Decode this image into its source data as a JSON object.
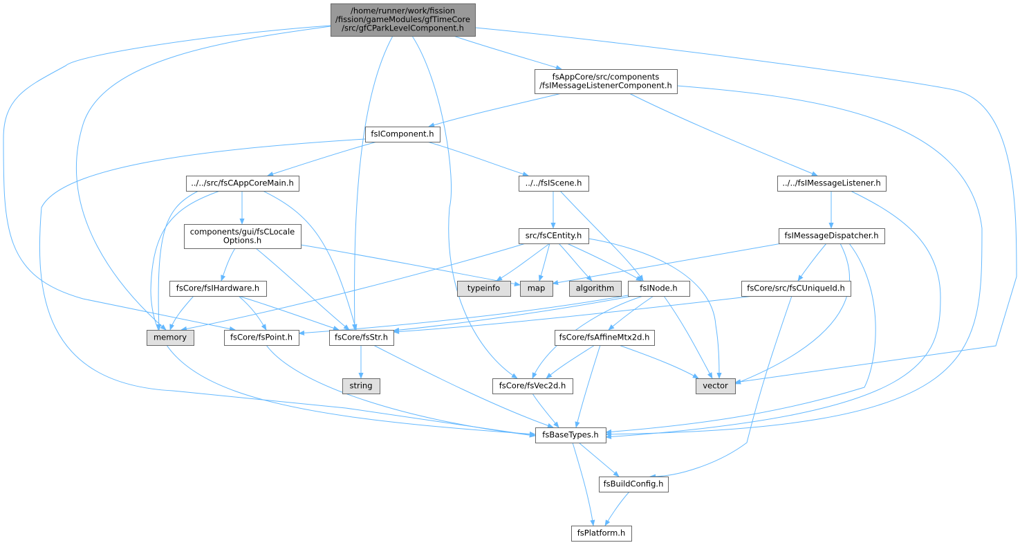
{
  "colors": {
    "edge": "#63b8ff",
    "root_fill": "#999999",
    "node_fill": "#ffffff",
    "external_fill": "#e0e0e0",
    "border": "#666666"
  },
  "graph": {
    "nodes": [
      {
        "id": "root",
        "lines": [
          "/home/runner/work/fission",
          "/fission/gameModules/gfTimeCore",
          "/src/gfCParkLevelComponent.h"
        ],
        "kind": "root"
      },
      {
        "id": "listenercomp",
        "lines": [
          "fsAppCore/src/components",
          "/fsIMessageListenerComponent.h"
        ],
        "kind": "file"
      },
      {
        "id": "icomponent",
        "lines": [
          "fsIComponent.h"
        ],
        "kind": "file"
      },
      {
        "id": "appcoremain",
        "lines": [
          "../../src/fsCAppCoreMain.h"
        ],
        "kind": "file"
      },
      {
        "id": "iscene",
        "lines": [
          "../../fsIScene.h"
        ],
        "kind": "file"
      },
      {
        "id": "imessagelistener",
        "lines": [
          "../../fsIMessageListener.h"
        ],
        "kind": "file"
      },
      {
        "id": "localeoptions",
        "lines": [
          "components/gui/fsCLocale",
          "Options.h"
        ],
        "kind": "file"
      },
      {
        "id": "centity",
        "lines": [
          "src/fsCEntity.h"
        ],
        "kind": "file"
      },
      {
        "id": "imessagedispatcher",
        "lines": [
          "fsIMessageDispatcher.h"
        ],
        "kind": "file"
      },
      {
        "id": "ihardware",
        "lines": [
          "fsCore/fsIHardware.h"
        ],
        "kind": "file"
      },
      {
        "id": "typeinfo",
        "lines": [
          "typeinfo"
        ],
        "kind": "external"
      },
      {
        "id": "map",
        "lines": [
          "map"
        ],
        "kind": "external"
      },
      {
        "id": "algorithm",
        "lines": [
          "algorithm"
        ],
        "kind": "external"
      },
      {
        "id": "inode",
        "lines": [
          "fsINode.h"
        ],
        "kind": "file"
      },
      {
        "id": "cuniqueid",
        "lines": [
          "fsCore/src/fsCUniqueId.h"
        ],
        "kind": "file"
      },
      {
        "id": "memory",
        "lines": [
          "memory"
        ],
        "kind": "external"
      },
      {
        "id": "point",
        "lines": [
          "fsCore/fsPoint.h"
        ],
        "kind": "file"
      },
      {
        "id": "str",
        "lines": [
          "fsCore/fsStr.h"
        ],
        "kind": "file"
      },
      {
        "id": "affinemtx",
        "lines": [
          "fsCore/fsAffineMtx2d.h"
        ],
        "kind": "file"
      },
      {
        "id": "string",
        "lines": [
          "string"
        ],
        "kind": "external"
      },
      {
        "id": "vec2d",
        "lines": [
          "fsCore/fsVec2d.h"
        ],
        "kind": "file"
      },
      {
        "id": "vector",
        "lines": [
          "vector"
        ],
        "kind": "external"
      },
      {
        "id": "basetypes",
        "lines": [
          "fsBaseTypes.h"
        ],
        "kind": "file"
      },
      {
        "id": "buildconfig",
        "lines": [
          "fsBuildConfig.h"
        ],
        "kind": "file"
      },
      {
        "id": "platform",
        "lines": [
          "fsPlatform.h"
        ],
        "kind": "file"
      }
    ],
    "edges": [
      {
        "from": "root",
        "to": "listenercomp"
      },
      {
        "from": "root",
        "to": "memory"
      },
      {
        "from": "root",
        "to": "point"
      },
      {
        "from": "root",
        "to": "str"
      },
      {
        "from": "root",
        "to": "vec2d"
      },
      {
        "from": "root",
        "to": "vector"
      },
      {
        "from": "listenercomp",
        "to": "icomponent"
      },
      {
        "from": "listenercomp",
        "to": "imessagelistener"
      },
      {
        "from": "listenercomp",
        "to": "basetypes"
      },
      {
        "from": "icomponent",
        "to": "appcoremain"
      },
      {
        "from": "icomponent",
        "to": "iscene"
      },
      {
        "from": "icomponent",
        "to": "basetypes"
      },
      {
        "from": "appcoremain",
        "to": "localeoptions"
      },
      {
        "from": "appcoremain",
        "to": "memory"
      },
      {
        "from": "appcoremain",
        "to": "str"
      },
      {
        "from": "appcoremain",
        "to": "basetypes"
      },
      {
        "from": "localeoptions",
        "to": "ihardware"
      },
      {
        "from": "localeoptions",
        "to": "map"
      },
      {
        "from": "localeoptions",
        "to": "str"
      },
      {
        "from": "ihardware",
        "to": "memory"
      },
      {
        "from": "ihardware",
        "to": "point"
      },
      {
        "from": "ihardware",
        "to": "str"
      },
      {
        "from": "iscene",
        "to": "centity"
      },
      {
        "from": "iscene",
        "to": "inode"
      },
      {
        "from": "centity",
        "to": "typeinfo"
      },
      {
        "from": "centity",
        "to": "map"
      },
      {
        "from": "centity",
        "to": "algorithm"
      },
      {
        "from": "centity",
        "to": "inode"
      },
      {
        "from": "centity",
        "to": "memory"
      },
      {
        "from": "centity",
        "to": "vector"
      },
      {
        "from": "imessagelistener",
        "to": "imessagedispatcher"
      },
      {
        "from": "imessagelistener",
        "to": "basetypes"
      },
      {
        "from": "imessagedispatcher",
        "to": "map"
      },
      {
        "from": "imessagedispatcher",
        "to": "cuniqueid"
      },
      {
        "from": "imessagedispatcher",
        "to": "vector"
      },
      {
        "from": "imessagedispatcher",
        "to": "basetypes"
      },
      {
        "from": "cuniqueid",
        "to": "str"
      },
      {
        "from": "cuniqueid",
        "to": "buildconfig"
      },
      {
        "from": "inode",
        "to": "point"
      },
      {
        "from": "inode",
        "to": "str"
      },
      {
        "from": "inode",
        "to": "affinemtx"
      },
      {
        "from": "inode",
        "to": "vec2d"
      },
      {
        "from": "inode",
        "to": "vector"
      },
      {
        "from": "point",
        "to": "basetypes"
      },
      {
        "from": "str",
        "to": "string"
      },
      {
        "from": "str",
        "to": "basetypes"
      },
      {
        "from": "affinemtx",
        "to": "vec2d"
      },
      {
        "from": "affinemtx",
        "to": "vector"
      },
      {
        "from": "affinemtx",
        "to": "basetypes"
      },
      {
        "from": "vec2d",
        "to": "basetypes"
      },
      {
        "from": "basetypes",
        "to": "buildconfig"
      },
      {
        "from": "basetypes",
        "to": "platform"
      },
      {
        "from": "buildconfig",
        "to": "platform"
      }
    ]
  }
}
